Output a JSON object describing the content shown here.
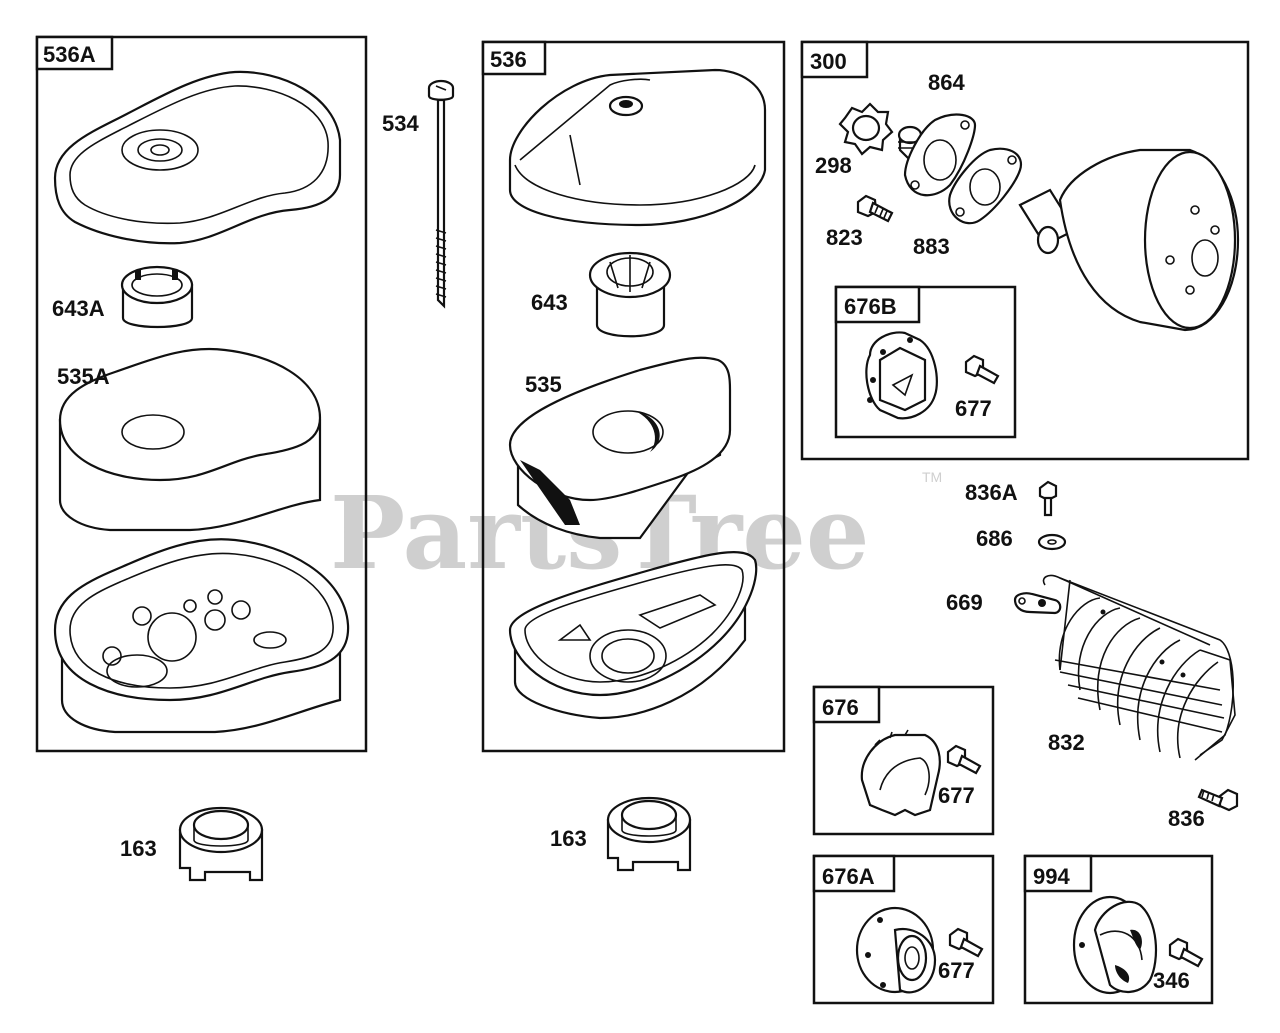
{
  "watermark": {
    "text": "PartsTree",
    "tm": "TM"
  },
  "boxes": {
    "b536A": "536A",
    "b536": "536",
    "b300": "300",
    "b676B": "676B",
    "b676": "676",
    "b676A": "676A",
    "b994": "994"
  },
  "labels": {
    "l643A": "643A",
    "l535A": "535A",
    "l163a": "163",
    "l534": "534",
    "l643": "643",
    "l535": "535",
    "l163b": "163",
    "l864": "864",
    "l298": "298",
    "l823": "823",
    "l883": "883",
    "l677a": "677",
    "l836A": "836A",
    "l686": "686",
    "l669": "669",
    "l832": "832",
    "l677b": "677",
    "l836": "836",
    "l677c": "677",
    "l346": "346"
  }
}
